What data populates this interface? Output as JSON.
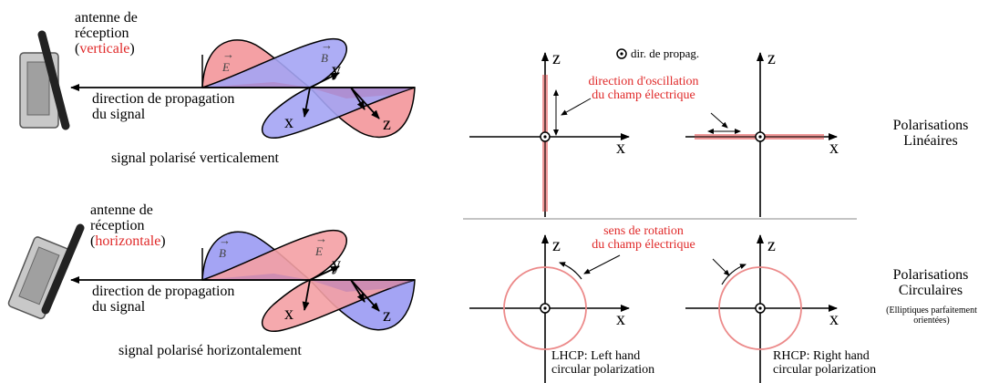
{
  "top_left": {
    "antenna_label": [
      "antenne de",
      "réception"
    ],
    "orientation_open": "(",
    "orientation": "verticale",
    "orientation_close": ")",
    "propagation": [
      "direction de propagation",
      "du signal"
    ],
    "caption": "signal polarisé verticalement",
    "vec_e": "E",
    "vec_b": "B",
    "axis_x": "x",
    "axis_y": "y",
    "axis_z": "z"
  },
  "bottom_left": {
    "antenna_label": [
      "antenne de",
      "réception"
    ],
    "orientation_open": "(",
    "orientation": "horizontale",
    "orientation_close": ")",
    "propagation": [
      "direction de propagation",
      "du signal"
    ],
    "caption": "signal polarisé horizontalement",
    "vec_b": "B",
    "vec_e": "E",
    "axis_x": "x",
    "axis_y": "y",
    "axis_z": "z"
  },
  "right": {
    "legend": "dir. de propag.",
    "oscillation_note": [
      "direction d'oscillation",
      "du champ électrique"
    ],
    "rotation_note": [
      "sens de rotation",
      "du champ électrique"
    ],
    "linear_title": [
      "Polarisations",
      "Linéaires"
    ],
    "circular_title": [
      "Polarisations",
      "Circulaires"
    ],
    "circular_subtitle": [
      "(Elliptiques parfaitement",
      "orientées)"
    ],
    "axis_x": "x",
    "axis_z": "z",
    "lhcp": [
      "LHCP: Left hand",
      "circular polarization"
    ],
    "rhcp": [
      "RHCP: Right hand",
      "circular polarization"
    ]
  },
  "colors": {
    "e_field": "#f4a0a4",
    "b_field": "#a4a4f4",
    "overlap": "#b07ab8",
    "accent_red": "#e02a2a",
    "circle": "#ec8a8a",
    "divider": "#b0b0b0"
  }
}
